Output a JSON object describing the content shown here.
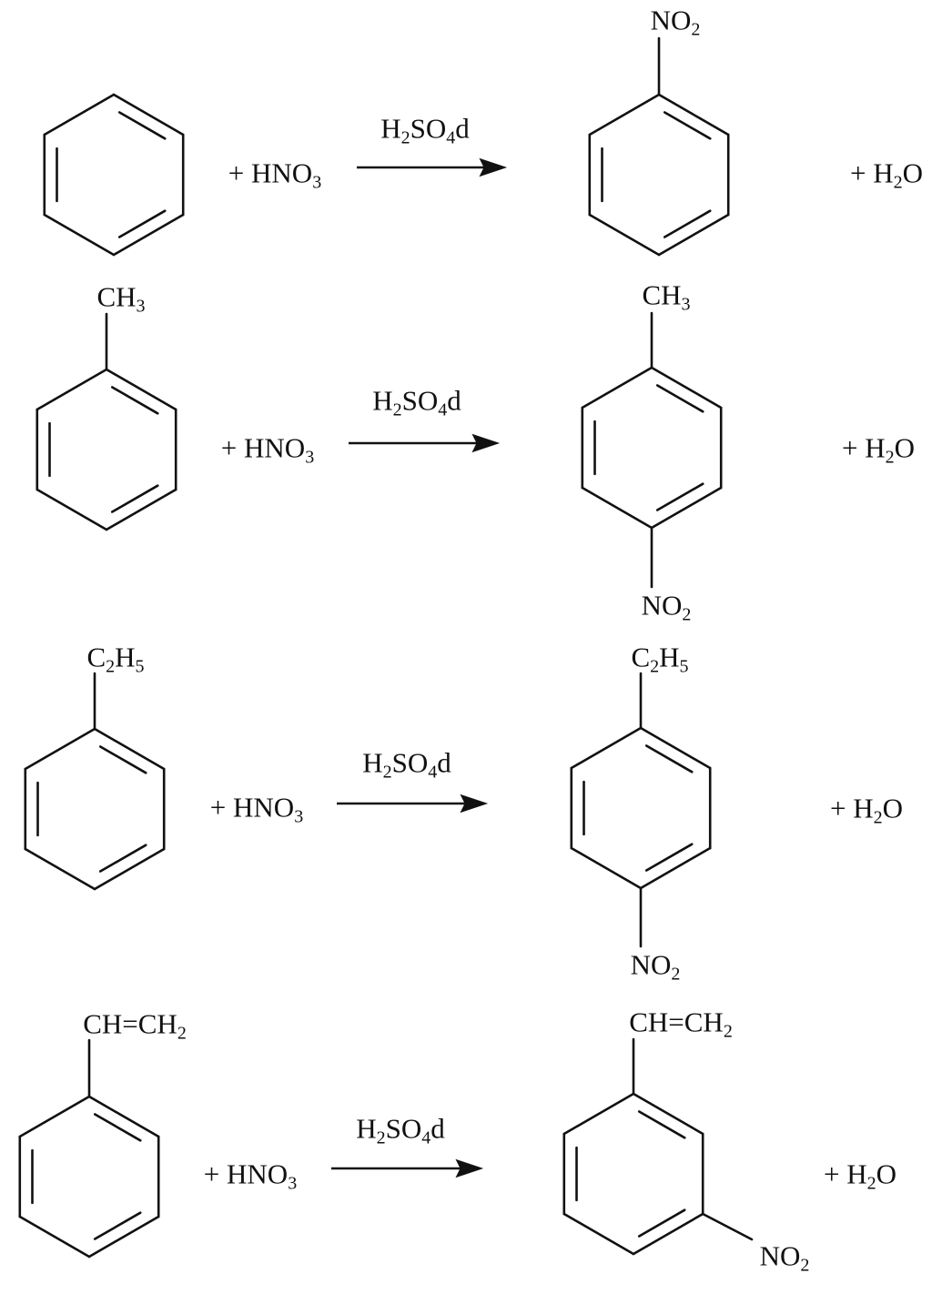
{
  "reagent": {
    "prefix": "+ HNO",
    "sub": "3"
  },
  "water": {
    "prefix": "+ H",
    "sub": "2",
    "suffix": "O"
  },
  "catalyst": {
    "a": "H",
    "sub1": "2",
    "b": "SO",
    "sub2": "4",
    "c": "d"
  },
  "groups": {
    "no2": {
      "a": "NO",
      "sub": "2",
      "b": ""
    },
    "ch3": {
      "a": "CH",
      "sub": "3",
      "b": ""
    },
    "c2h5": {
      "a": "C",
      "sub": "2",
      "b": "H",
      "sub2": "5"
    },
    "vinyl": {
      "a": "CH=CH",
      "sub": "2",
      "b": ""
    }
  },
  "reactions": [
    {
      "reactant": "benzene",
      "product": "nitrobenzene"
    },
    {
      "reactant": "toluene",
      "product": "p-nitrotoluene"
    },
    {
      "reactant": "ethylbenzene",
      "product": "p-nitroethylbenzene"
    },
    {
      "reactant": "styrene",
      "product": "m-nitrostyrene"
    }
  ]
}
